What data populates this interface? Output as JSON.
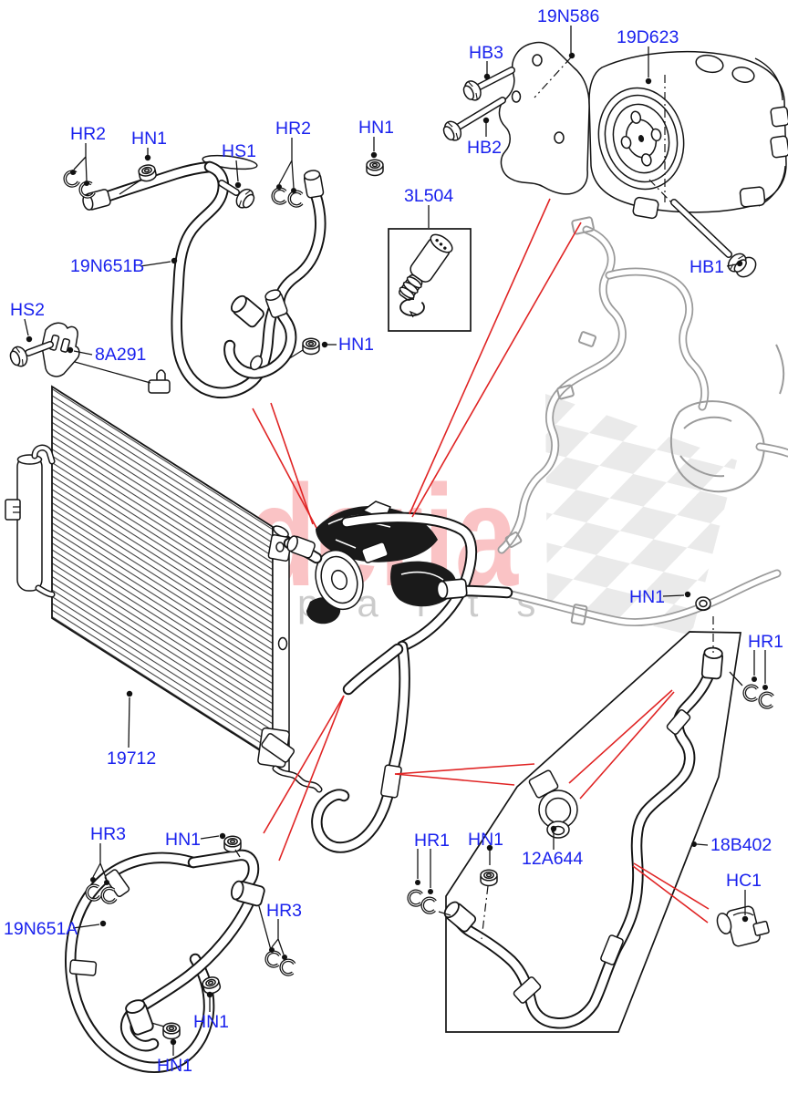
{
  "page": {
    "background": "#ffffff",
    "type": "parts-diagram"
  },
  "colors": {
    "label_blue": "#1a22ee",
    "leader_red": "#e02424",
    "watermark_red": "#ef3b41",
    "watermark_gray": "#c6c6c6",
    "drawing_gray": "#9b9b9b",
    "line_black": "#141414"
  },
  "watermark": {
    "brand": "scuderia",
    "subtitle": "car parts"
  },
  "labels": [
    {
      "id": "19N586",
      "text": "19N586"
    },
    {
      "id": "HB3",
      "text": "HB3"
    },
    {
      "id": "19D623",
      "text": "19D623"
    },
    {
      "id": "HB2",
      "text": "HB2"
    },
    {
      "id": "HB1",
      "text": "HB1"
    },
    {
      "id": "3L504",
      "text": "3L504"
    },
    {
      "id": "HR2-a",
      "text": "HR2"
    },
    {
      "id": "HN1-a",
      "text": "HN1"
    },
    {
      "id": "HS1",
      "text": "HS1"
    },
    {
      "id": "HR2-b",
      "text": "HR2"
    },
    {
      "id": "HN1-b",
      "text": "HN1"
    },
    {
      "id": "19N651B",
      "text": "19N651B"
    },
    {
      "id": "HN1-c",
      "text": "HN1"
    },
    {
      "id": "HS2",
      "text": "HS2"
    },
    {
      "id": "8A291",
      "text": "8A291"
    },
    {
      "id": "19712",
      "text": "19712"
    },
    {
      "id": "HN1-d",
      "text": "HN1"
    },
    {
      "id": "HR1-a",
      "text": "HR1"
    },
    {
      "id": "HR1-b",
      "text": "HR1"
    },
    {
      "id": "HN1-e",
      "text": "HN1"
    },
    {
      "id": "12A644",
      "text": "12A644"
    },
    {
      "id": "18B402",
      "text": "18B402"
    },
    {
      "id": "HC1",
      "text": "HC1"
    },
    {
      "id": "HR3-a",
      "text": "HR3"
    },
    {
      "id": "HN1-f",
      "text": "HN1"
    },
    {
      "id": "19N651A",
      "text": "19N651A"
    },
    {
      "id": "HR3-b",
      "text": "HR3"
    },
    {
      "id": "HN1-g",
      "text": "HN1"
    },
    {
      "id": "HN1-h",
      "text": "HN1"
    }
  ]
}
